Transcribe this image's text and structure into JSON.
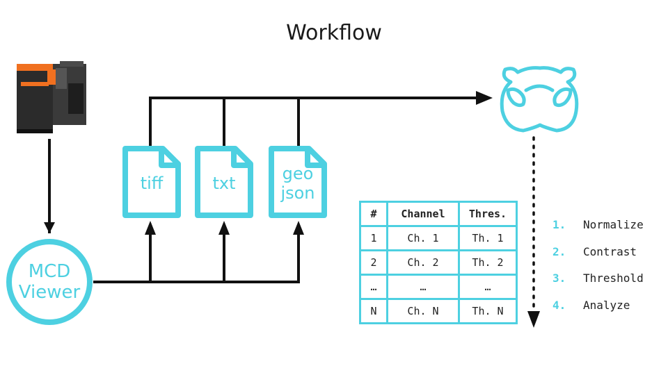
{
  "title": "Workflow",
  "colors": {
    "accent": "#4dd0e1",
    "line": "#111111"
  },
  "instrument": {
    "icon": "mass-cytometer-icon"
  },
  "viewer": {
    "line1": "MCD",
    "line2": "Viewer"
  },
  "files": [
    {
      "line1": "tiff",
      "line2": ""
    },
    {
      "line1": "txt",
      "line2": ""
    },
    {
      "line1": "geo",
      "line2": "json"
    }
  ],
  "analysis_tool": {
    "icon": "hippo-face-icon"
  },
  "table": {
    "headers": [
      "#",
      "Channel",
      "Thres."
    ],
    "rows": [
      [
        "1",
        "Ch. 1",
        "Th. 1"
      ],
      [
        "2",
        "Ch. 2",
        "Th. 2"
      ],
      [
        "…",
        "…",
        "…"
      ],
      [
        "N",
        "Ch. N",
        "Th. N"
      ]
    ]
  },
  "steps": [
    {
      "num": "1.",
      "label": "Normalize"
    },
    {
      "num": "2.",
      "label": "Contrast"
    },
    {
      "num": "3.",
      "label": "Threshold"
    },
    {
      "num": "4.",
      "label": "Analyze"
    }
  ]
}
